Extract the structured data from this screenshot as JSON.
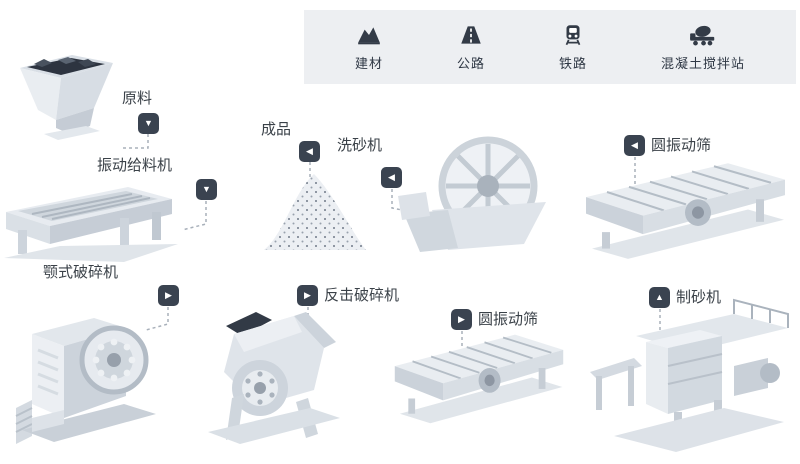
{
  "colors": {
    "badge_bg": "#3a4350",
    "panel_bg": "#edeff2",
    "icon_dark": "#333b47",
    "label_text": "#3a4148",
    "machine_light": "#e8ecf0",
    "machine_mid": "#cfd6dd",
    "machine_dark": "#2d3440",
    "connector": "#a8b0ba"
  },
  "industries": {
    "items": [
      {
        "label": "建材",
        "icon": "aggregate-pile-icon"
      },
      {
        "label": "公路",
        "icon": "highway-icon"
      },
      {
        "label": "铁路",
        "icon": "railway-icon"
      },
      {
        "label": "混凝土搅拌站",
        "icon": "concrete-mixer-truck-icon"
      }
    ]
  },
  "flow_nodes": [
    {
      "id": "raw-material",
      "label": "原料",
      "arrow": "down",
      "arrow_glyph": "▼"
    },
    {
      "id": "vibrating-feeder",
      "label": "振动给料机",
      "arrow": "down",
      "arrow_glyph": "▼"
    },
    {
      "id": "jaw-crusher",
      "label": "颚式破碎机",
      "arrow": "right",
      "arrow_glyph": "▶"
    },
    {
      "id": "impact-crusher",
      "label": "反击破碎机",
      "arrow": "right",
      "arrow_glyph": "▶"
    },
    {
      "id": "circular-vibrating-screen-lower",
      "label": "圆振动筛",
      "arrow": "right",
      "arrow_glyph": "▶"
    },
    {
      "id": "sand-making-machine",
      "label": "制砂机",
      "arrow": "up",
      "arrow_glyph": "▲"
    },
    {
      "id": "circular-vibrating-screen-upper",
      "label": "圆振动筛",
      "arrow": "left",
      "arrow_glyph": "◀"
    },
    {
      "id": "sand-washing-machine",
      "label": "洗砂机",
      "arrow": "left",
      "arrow_glyph": "◀"
    },
    {
      "id": "finished-product",
      "label": "成品",
      "arrow": "left",
      "arrow_glyph": "◀"
    }
  ]
}
